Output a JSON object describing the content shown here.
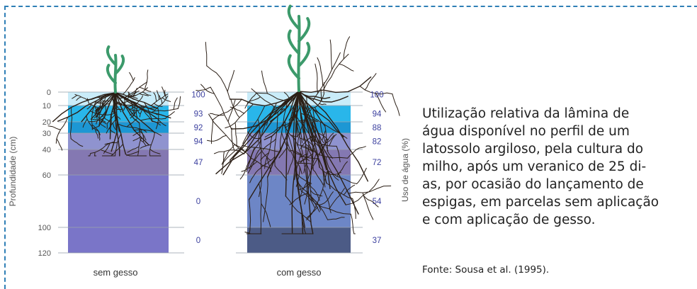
{
  "colors": {
    "frame": "#2f7fb6",
    "value_text": "#3b3f9e",
    "axis_text": "#555555",
    "root": "#2b1f16",
    "plant": "#3c9a6b"
  },
  "left_axis": {
    "title": "Profundidade (cm)",
    "ticks": [
      "0",
      "10",
      "20",
      "30",
      "40",
      "60",
      "100",
      "120"
    ]
  },
  "right_axis": {
    "title": "Uso de água (%)"
  },
  "layers": [
    {
      "from": 0,
      "to": 10,
      "color": "#c9ecf9"
    },
    {
      "from": 10,
      "to": 20,
      "color": "#29b6ea"
    },
    {
      "from": 20,
      "to": 30,
      "color": "#1d97d4"
    },
    {
      "from": 30,
      "to": 40,
      "color": "#8f93cf"
    },
    {
      "from": 40,
      "to": 60,
      "color": "#8478b2"
    },
    {
      "from": 60,
      "to": 100,
      "color": "#7a75c8"
    },
    {
      "from": 100,
      "to": 120,
      "color": "#7a75c8"
    }
  ],
  "profiles": [
    {
      "name": "sem gesso",
      "water_use": [
        "100",
        "93",
        "92",
        "94",
        "47",
        "0",
        "0"
      ],
      "layer_colors": [
        "#c9ecf9",
        "#29b6ea",
        "#1d97d4",
        "#8f93cf",
        "#8478b2",
        "#7a75c8",
        "#7a75c8"
      ]
    },
    {
      "name": "com gesso",
      "water_use": [
        "100",
        "94",
        "88",
        "82",
        "72",
        "54",
        "37"
      ],
      "layer_colors": [
        "#c9ecf9",
        "#29b6ea",
        "#1d97d4",
        "#8f93cf",
        "#8478b2",
        "#6d86c6",
        "#4c5b86"
      ]
    }
  ],
  "caption_lines": [
    "Utilização relativa da lâmina de",
    "água disponível no perfil de um",
    "latossolo argiloso, pela cultura do",
    "milho, após um veranico de 25 di-",
    "as, por ocasião do lançamento de",
    "espigas, em parcelas sem aplicação",
    "e com aplicação de gesso."
  ],
  "source": "Fonte: Sousa et al. (1995)."
}
